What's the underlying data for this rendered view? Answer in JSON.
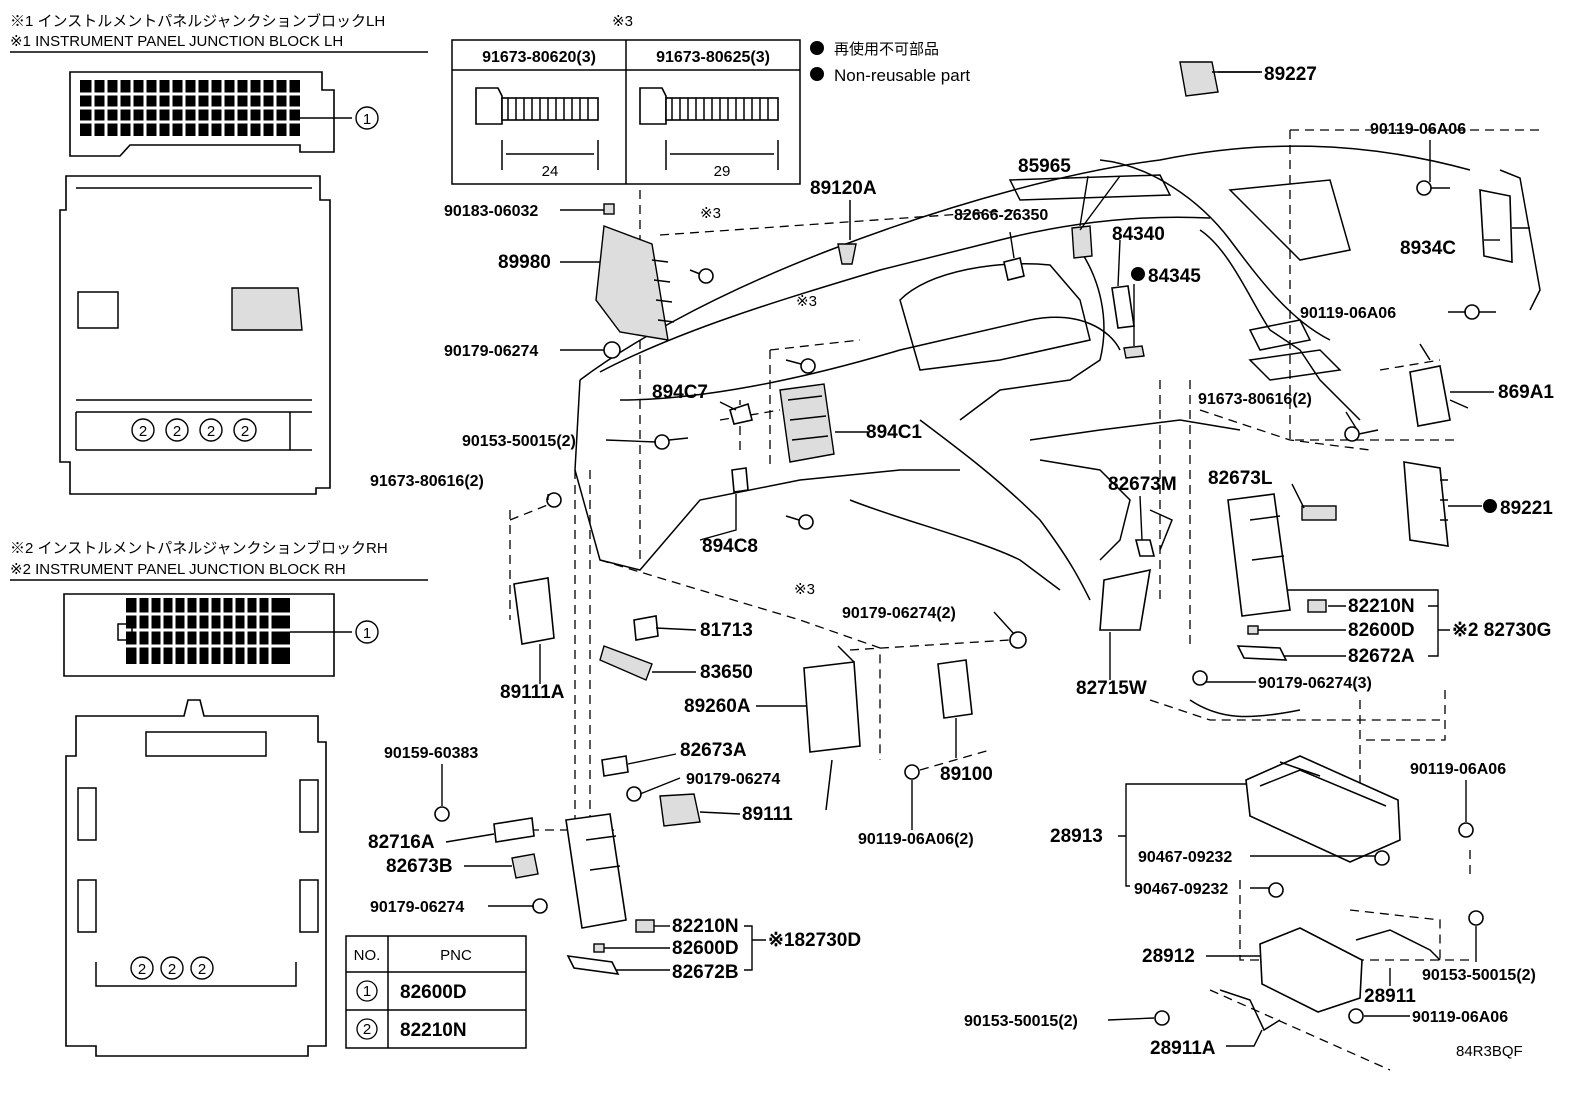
{
  "headers": {
    "lh_jp": "※1 インストルメントパネルジャンクションブロックLH",
    "lh_en": "※1 INSTRUMENT PANEL JUNCTION BLOCK LH",
    "rh_jp": "※2 インストルメントパネルジャンクションブロックRH",
    "rh_en": "※2 INSTRUMENT PANEL JUNCTION BLOCK RH"
  },
  "circles": {
    "one": "1",
    "two": "2"
  },
  "bolt_box": {
    "mark": "※3",
    "left_label": "91673-80620(3)",
    "right_label": "91673-80625(3)",
    "left_dim": "24",
    "right_dim": "29"
  },
  "legend": {
    "jp": "再使用不可部品",
    "en": "Non-reusable part"
  },
  "pnc_table": {
    "col_no": "NO.",
    "col_pnc": "PNC",
    "rows": [
      {
        "no": "1",
        "pnc": "82600D"
      },
      {
        "no": "2",
        "pnc": "82210N"
      }
    ]
  },
  "labels": {
    "p89227": "89227",
    "p90119a": "90119-06A06",
    "p8934c": "8934C",
    "p90119b": "90119-06A06",
    "p869a1": "869A1",
    "p91673b": "91673-80616(2)",
    "p89221": "89221",
    "p82673l": "82673L",
    "p82673m": "82673M",
    "p85965": "85965",
    "p82666": "82666-26350",
    "p84340": "84340",
    "p84345": "84345",
    "p89120a": "89120A",
    "p90183": "90183-06032",
    "p89980": "89980",
    "mark3a": "※3",
    "p90179a": "90179-06274",
    "mark3b": "※3",
    "p894c7": "894C7",
    "p894c1": "894C1",
    "p90153a": "90153-50015(2)",
    "p91673a": "91673-80616(2)",
    "p894c8": "894C8",
    "mark3c": "※3",
    "p89111a": "89111A",
    "p81713": "81713",
    "p83650": "83650",
    "p90179b": "90179-06274(2)",
    "p89260a": "89260A",
    "p89100": "89100",
    "p90119c": "90119-06A06(2)",
    "p82673a": "82673A",
    "p90179c": "90179-06274",
    "p89111": "89111",
    "p90159": "90159-60383",
    "p82716a": "82716A",
    "p82673b": "82673B",
    "p90179d": "90179-06274",
    "p82210n_b": "82210N",
    "p82600d_b": "82600D",
    "p82672b": "82672B",
    "p82730d": "※182730D",
    "p82210n_a": "82210N",
    "p82600d_a": "82600D",
    "p82672a": "82672A",
    "p82730g": "※2 82730G",
    "p90179e": "90179-06274(3)",
    "p82715w": "82715W",
    "p90119d": "90119-06A06",
    "p28913": "28913",
    "p90467a": "90467-09232",
    "p90467b": "90467-09232",
    "p28912": "28912",
    "p28911": "28911",
    "p90153b": "90153-50015(2)",
    "p90153c": "90153-50015(2)",
    "p90119e": "90119-06A06",
    "p28911a": "28911A",
    "code": "84R3BQF"
  }
}
